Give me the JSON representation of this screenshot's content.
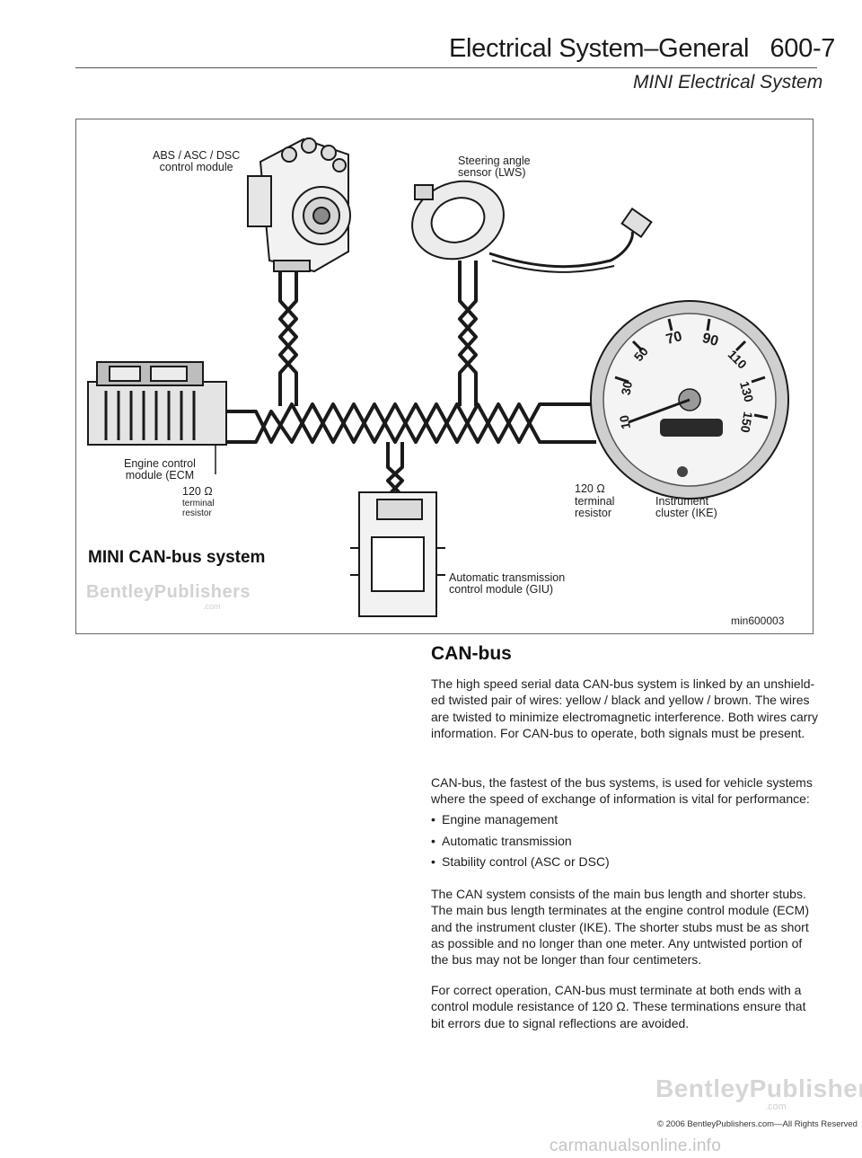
{
  "header": {
    "title": "Electrical System–General   600-7",
    "subtitle": "MINI Electrical System"
  },
  "figure": {
    "labels": {
      "abs_module": "ABS / ASC / DSC\ncontrol module",
      "steering_sensor": "Steering angle\nsensor (LWS)",
      "ecm": "Engine control\nmodule (ECM",
      "resistor_left_value": "120 Ω",
      "resistor_left_text": "terminal\nresistor",
      "resistor_right_value": "120 Ω",
      "resistor_right_text": "terminal\nresistor",
      "instrument_cluster": "Instrument\ncluster (IKE)",
      "transmission_module": "Automatic transmission\ncontrol module (GIU)"
    },
    "gauge_numbers": [
      "50",
      "70",
      "90",
      "110",
      "130",
      "150",
      "10",
      "30"
    ],
    "title": "MINI CAN-bus system",
    "watermark": "BentleyPublishers",
    "watermark_com": ".com",
    "figure_id": "min600003"
  },
  "section": {
    "heading": "CAN-bus",
    "para1": "The high speed serial data CAN-bus system is linked by an unshield-ed twisted pair of wires: yellow / black and yellow / brown. The wires are twisted to minimize electromagnetic interference. Both wires carry information. For CAN-bus to operate, both signals must be present.",
    "para2": "CAN-bus, the fastest of the bus systems, is used for vehicle systems where the speed of exchange of information is vital for performance:",
    "bullets": [
      "Engine management",
      "Automatic transmission",
      "Stability control (ASC or DSC)"
    ],
    "para3": "The CAN system consists of the main bus length and shorter stubs. The main bus length terminates at the engine control module (ECM) and the instrument cluster (IKE). The shorter stubs must be as short as possible and no longer than one meter. Any untwisted portion of the bus may not be longer than four centimeters.",
    "para4": "For correct operation, CAN-bus must terminate at both ends with a control module resistance of 120 Ω. These terminations ensure that bit errors due to signal reflections are avoided."
  },
  "footer": {
    "watermark": "BentleyPublishers",
    "watermark_com": ".com",
    "copyright": "© 2006 BentleyPublishers.com—All Rights Reserved",
    "site": "carmanualsonline.info"
  }
}
